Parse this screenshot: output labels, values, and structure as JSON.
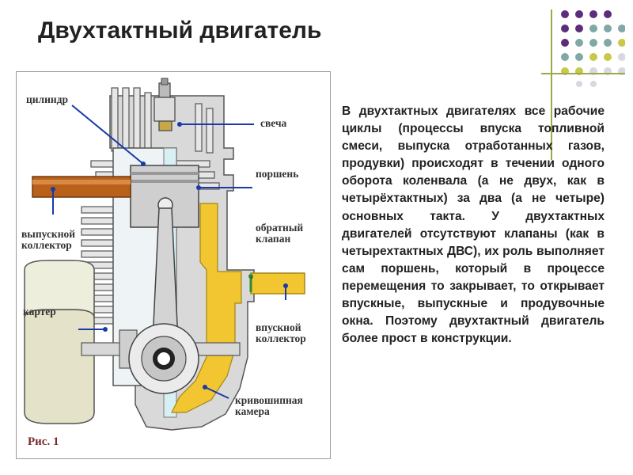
{
  "title": "Двухтактный двигатель",
  "figure": {
    "caption": "Рис. 1",
    "labels": {
      "cylinder": "цилиндр",
      "spark_plug": "свеча",
      "piston": "поршень",
      "check_valve": "обратный\nклапан",
      "exhaust": "выпускной\nколлектор",
      "crankcase": "картер",
      "intake": "впускной\nколлектор",
      "crank_chamber": "кривошипная\nкамера"
    }
  },
  "body_text": "В двухтактных двигателях все рабочие циклы (процессы впуска топливной смеси, выпуска отработанных газов, продувки) происходят в течении одного оборота коленвала (а не двух, как в четырёхтактных) за два (а не четыре) основных такта. У двухтактных двигателей отсутствуют клапаны (как в четырехтактных ДВС), их роль выполняет сам поршень, который в процессе перемещения то закрывает, то открывает впускные, выпускные и продувочные окна. Поэтому двухтактный двигатель более прост в конструкции.",
  "colors": {
    "purple": "#5b2d7a",
    "teal": "#7fa8a6",
    "olive": "#c8c84a",
    "light": "#d8d8e0",
    "accent_line": "#9aa94a",
    "label_line": "#1a3aa8",
    "exhaust_pipe": "#b9611a",
    "crank_chamber": "#f2c630"
  }
}
